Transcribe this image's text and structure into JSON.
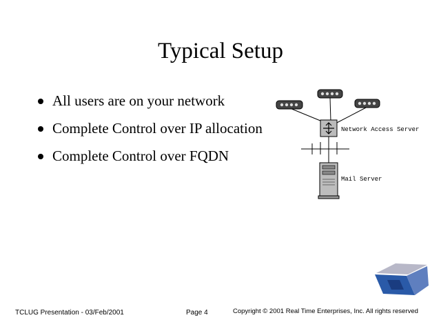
{
  "slide": {
    "title": "Typical Setup",
    "bullets": [
      "All users are on your network",
      "Complete Control over IP allocation",
      "Complete Control over FQDN"
    ]
  },
  "diagram": {
    "nas_label": "Network Access Server",
    "mail_label": "Mail Server"
  },
  "footer": {
    "presentation": "TCLUG Presentation - 03/Feb/2001",
    "page": "Page 4",
    "copyright": "Copyright © 2001 Real Time Enterprises, Inc.  All rights reserved"
  },
  "colors": {
    "background": "#ffffff",
    "logo_blue": "#2a5aa8",
    "logo_gray": "#b8b8c8"
  }
}
